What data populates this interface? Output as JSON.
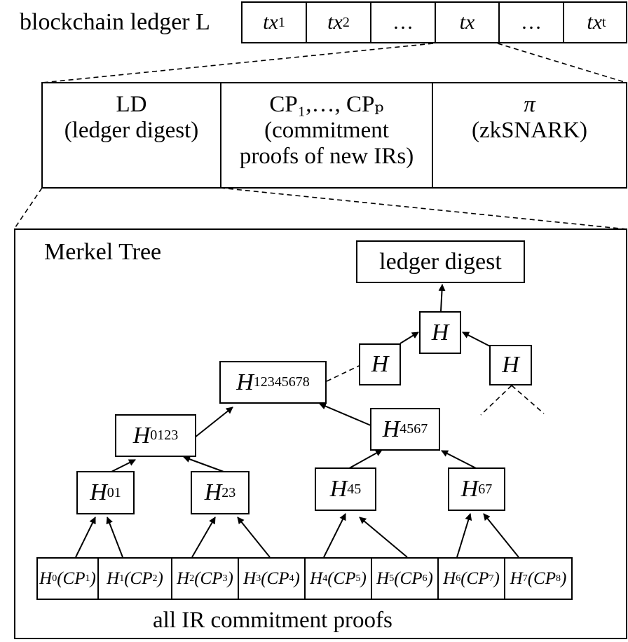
{
  "ledger": {
    "label": "blockchain ledger L",
    "cells": [
      {
        "base": "tx",
        "sub": "1"
      },
      {
        "base": "tx",
        "sub": "2"
      },
      {
        "base": "…",
        "sub": ""
      },
      {
        "base": "tx",
        "sub": ""
      },
      {
        "base": "…",
        "sub": ""
      },
      {
        "base": "tx",
        "sub": "t"
      }
    ]
  },
  "transaction": {
    "fields": [
      {
        "line1": "LD",
        "line2": "(ledger digest)",
        "line3": ""
      },
      {
        "line1": "CP₁,…, CPₚ",
        "line2": "(commitment",
        "line3": "proofs of new IRs)"
      },
      {
        "line1": "π",
        "line2": "(zkSNARK)",
        "line3": ""
      }
    ]
  },
  "merkle": {
    "title": "Merkel Tree",
    "root_label": "ledger digest",
    "top_hash": {
      "base": "H",
      "sub": ""
    },
    "left_hash": {
      "base": "H",
      "sub": ""
    },
    "right_hash": {
      "base": "H",
      "sub": ""
    },
    "h12345678": {
      "base": "H",
      "sub": "12345678"
    },
    "h0123": {
      "base": "H",
      "sub": "0123"
    },
    "h4567": {
      "base": "H",
      "sub": "4567"
    },
    "h01": {
      "base": "H",
      "sub": "01"
    },
    "h23": {
      "base": "H",
      "sub": "23"
    },
    "h45": {
      "base": "H",
      "sub": "45"
    },
    "h67": {
      "base": "H",
      "sub": "67"
    },
    "leaves": [
      {
        "h": "H",
        "hsub": "0",
        "cp": "CP",
        "cpsub": "1"
      },
      {
        "h": "H",
        "hsub": "1",
        "cp": "CP",
        "cpsub": "2"
      },
      {
        "h": "H",
        "hsub": "2",
        "cp": "CP",
        "cpsub": "3"
      },
      {
        "h": "H",
        "hsub": "3",
        "cp": "CP",
        "cpsub": "4"
      },
      {
        "h": "H",
        "hsub": "4",
        "cp": "CP",
        "cpsub": "5"
      },
      {
        "h": "H",
        "hsub": "5",
        "cp": "CP",
        "cpsub": "6"
      },
      {
        "h": "H",
        "hsub": "6",
        "cp": "CP",
        "cpsub": "7"
      },
      {
        "h": "H",
        "hsub": "7",
        "cp": "CP",
        "cpsub": "8"
      }
    ],
    "caption": "all IR commitment proofs"
  }
}
